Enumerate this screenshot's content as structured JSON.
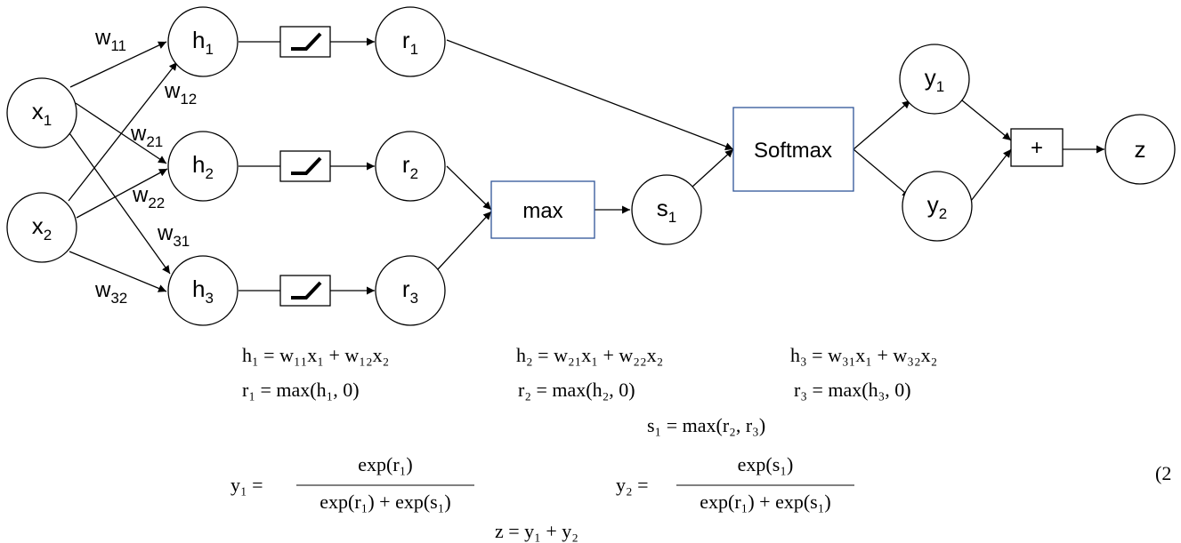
{
  "nodes": {
    "x1": {
      "base": "x",
      "sub": "1"
    },
    "x2": {
      "base": "x",
      "sub": "2"
    },
    "h1": {
      "base": "h",
      "sub": "1"
    },
    "h2": {
      "base": "h",
      "sub": "2"
    },
    "h3": {
      "base": "h",
      "sub": "3"
    },
    "r1": {
      "base": "r",
      "sub": "1"
    },
    "r2": {
      "base": "r",
      "sub": "2"
    },
    "r3": {
      "base": "r",
      "sub": "3"
    },
    "s1": {
      "base": "s",
      "sub": "1"
    },
    "y1": {
      "base": "y",
      "sub": "1"
    },
    "y2": {
      "base": "y",
      "sub": "2"
    },
    "z": {
      "base": "z"
    }
  },
  "boxes": {
    "max": "max",
    "softmax": "Softmax",
    "plus": "+"
  },
  "weights": {
    "w11": {
      "base": "w",
      "sub": "11"
    },
    "w12": {
      "base": "w",
      "sub": "12"
    },
    "w21": {
      "base": "w",
      "sub": "21"
    },
    "w22": {
      "base": "w",
      "sub": "22"
    },
    "w31": {
      "base": "w",
      "sub": "31"
    },
    "w32": {
      "base": "w",
      "sub": "32"
    }
  },
  "icons": {
    "relu": "relu-icon"
  },
  "colors": {
    "box_border": "#2f5597",
    "line": "#000000"
  },
  "equations": {
    "h1": "h₁ = w₁₁x₁ + w₁₂x₂",
    "h2": "h₂ = w₂₁x₁ + w₂₂x₂",
    "h3": "h₃ = w₃₁x₁ + w₃₂x₂",
    "r1": "r₁ = max(h₁, 0)",
    "r2": "r₂ = max(h₂, 0)",
    "r3": "r₃ = max(h₃, 0)",
    "s1": "s₁ = max(r₂, r₃)",
    "y1_lhs": "y₁ =",
    "y1_num": "exp(r₁)",
    "y1_den": "exp(r₁) + exp(s₁)",
    "y2_lhs": "y₂ =",
    "y2_num": "exp(s₁)",
    "y2_den": "exp(r₁) + exp(s₁)",
    "z": "z = y₁ + y₂",
    "number": "(2"
  }
}
